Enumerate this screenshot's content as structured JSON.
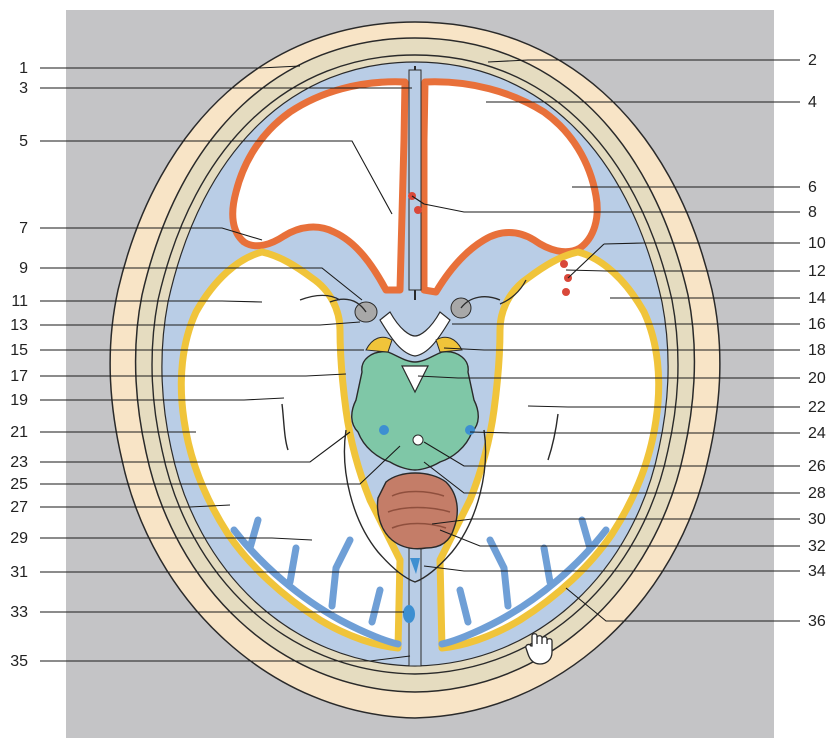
{
  "labels_left": [
    "1",
    "3",
    "5",
    "7",
    "9",
    "11",
    "13",
    "15",
    "17",
    "19",
    "21",
    "23",
    "25",
    "27",
    "29",
    "31",
    "33",
    "35"
  ],
  "labels_right": [
    "2",
    "4",
    "6",
    "8",
    "10",
    "12",
    "14",
    "16",
    "18",
    "20",
    "22",
    "24",
    "26",
    "28",
    "30",
    "32",
    "34",
    "36"
  ],
  "colors": {
    "background_panel": "#c4c4c6",
    "scalp": "#f8e4c6",
    "bone": "#e5dcc0",
    "csf_space": "#b9cde6",
    "cortex_frontal": "#e8703a",
    "cortex_temporal": "#f0c43a",
    "cortex_occipital": "#6f9fd6",
    "brainstem": "#7fc7a7",
    "cerebellum_vermis": "#c47d68",
    "white_matter": "#ffffff"
  },
  "icons": [
    "hand-cursor-icon"
  ]
}
